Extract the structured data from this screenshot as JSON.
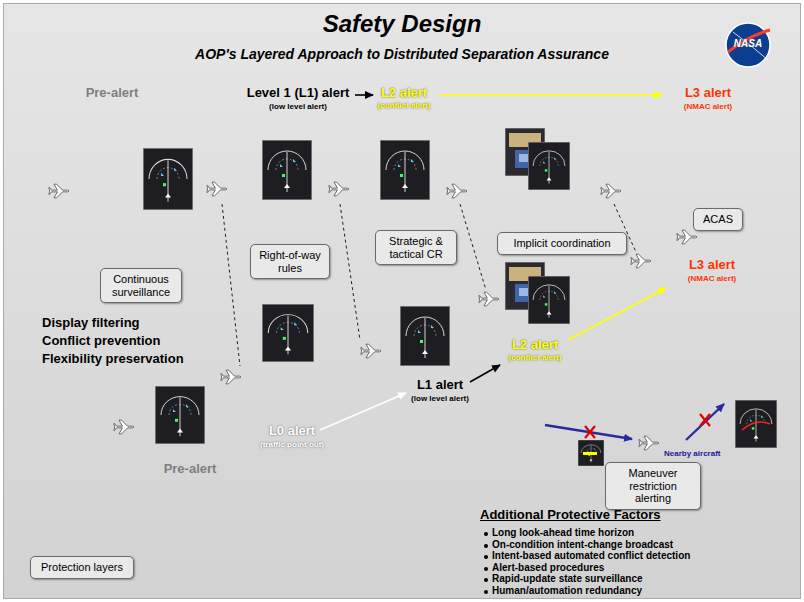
{
  "diagram": {
    "title": "Safety Design",
    "nodes": [
      {
        "text": [
          "Continuous surveillance"
        ]
      },
      {
        "text": [
          "Right-of-way rules"
        ]
      },
      {
        "text": [
          "Strategic & tactical CR"
        ]
      },
      {
        "text": [
          "Implicit coordination"
        ]
      },
      {
        "text": [
          "ACAS"
        ]
      },
      {
        "text": [
          "Maneuver restriction alerting"
        ]
      },
      {
        "text": [
          "Protection layers"
        ]
      }
    ],
    "labels": [
      "AOP's Layered Approach to Distributed Separation Assurance",
      "Pre-alert",
      "Level 1 (L1) alert",
      "(low level alert)",
      "L2 alert",
      "(conflict alert)",
      "L3 alert",
      "(NMAC alert)",
      "L3 alert",
      "(NMAC alert)",
      "Display filtering",
      "Conflict prevention",
      "Flexibility preservation",
      "L1 alert",
      "(low level alert)",
      "L2 alert",
      "(conflict alert)",
      "Nearby aircraft",
      "L0 alert",
      "(traffic point out)",
      "Pre-alert",
      "Additional Protective Factors",
      "Long look-ahead time horizon",
      "On-condition intent-change broadcast",
      "Intent-based automated conflict detection",
      "Alert-based procedures",
      "Rapid-update state surveillance",
      "Human/automation redundancy",
      "NASA"
    ]
  }
}
